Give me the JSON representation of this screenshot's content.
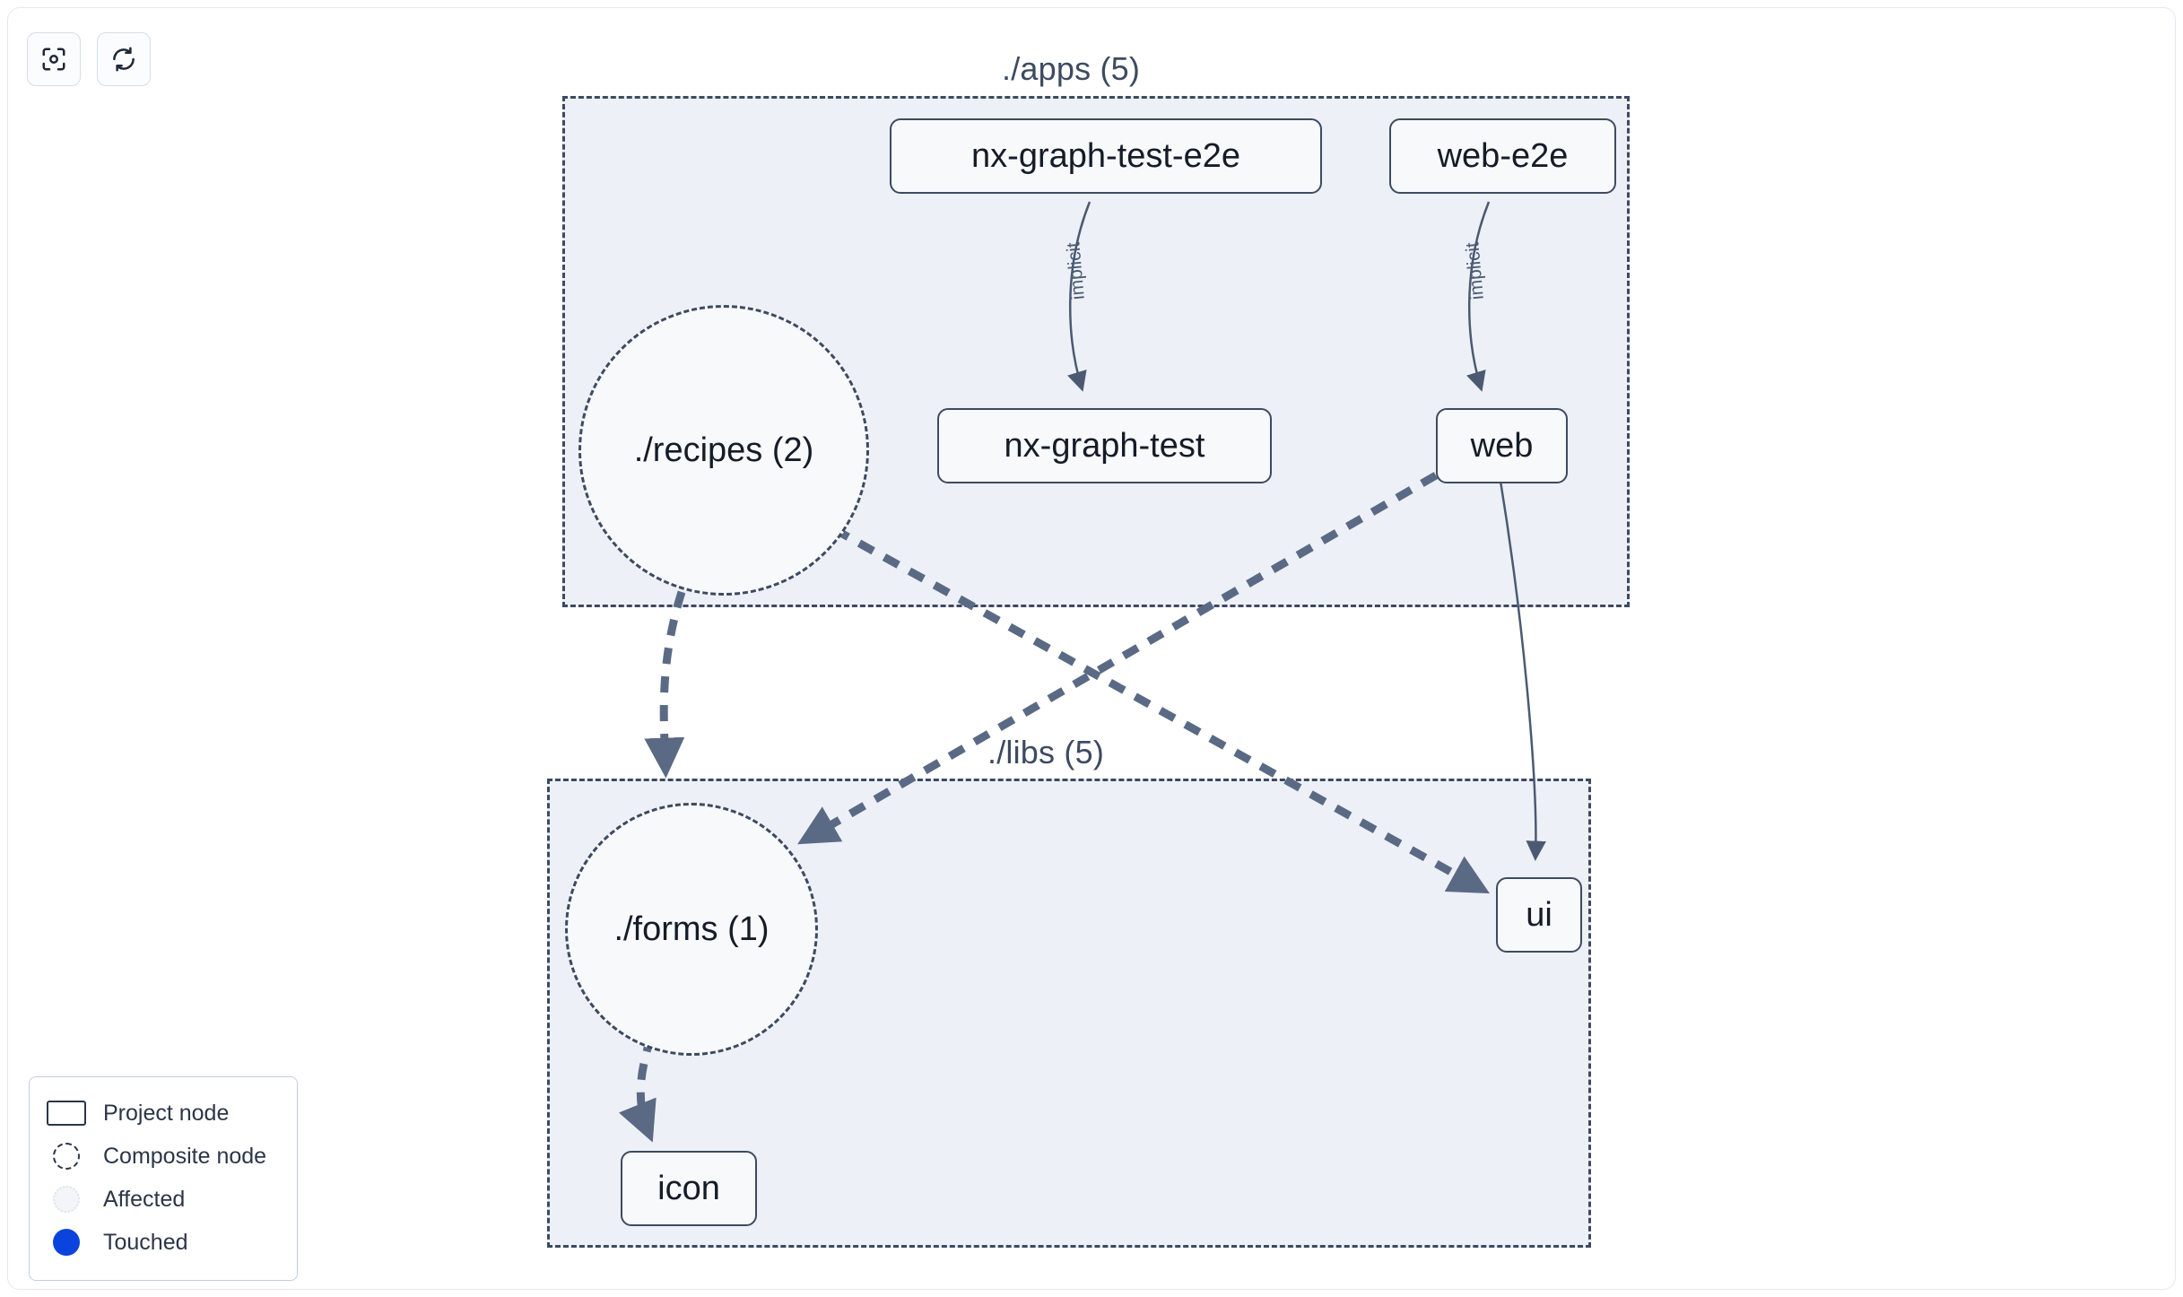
{
  "toolbar": {
    "buttons": [
      {
        "name": "focus-graph-button",
        "icon": "focus-icon",
        "label": ""
      },
      {
        "name": "refresh-graph-button",
        "icon": "refresh-icon",
        "label": ""
      }
    ]
  },
  "graph": {
    "groups": [
      {
        "id": "apps",
        "label": "./apps (5)"
      },
      {
        "id": "libs",
        "label": "./libs (5)"
      }
    ],
    "nodes": [
      {
        "id": "nx-graph-test-e2e",
        "label": "nx-graph-test-e2e",
        "type": "project"
      },
      {
        "id": "web-e2e",
        "label": "web-e2e",
        "type": "project"
      },
      {
        "id": "nx-graph-test",
        "label": "nx-graph-test",
        "type": "project"
      },
      {
        "id": "web",
        "label": "web",
        "type": "project"
      },
      {
        "id": "recipes",
        "label": "./recipes (2)",
        "type": "composite"
      },
      {
        "id": "forms",
        "label": "./forms (1)",
        "type": "composite"
      },
      {
        "id": "ui",
        "label": "ui",
        "type": "project"
      },
      {
        "id": "icon",
        "label": "icon",
        "type": "project"
      }
    ],
    "edges": [
      {
        "from": "nx-graph-test-e2e",
        "to": "nx-graph-test",
        "label": "implicit",
        "style": "solid"
      },
      {
        "from": "web-e2e",
        "to": "web",
        "label": "implicit",
        "style": "solid"
      },
      {
        "from": "web",
        "to": "forms",
        "label": "",
        "style": "dashed"
      },
      {
        "from": "recipes",
        "to": "ui",
        "label": "",
        "style": "dashed"
      },
      {
        "from": "recipes",
        "to": "forms",
        "label": "",
        "style": "dashed"
      },
      {
        "from": "web",
        "to": "ui",
        "label": "",
        "style": "solid"
      },
      {
        "from": "forms",
        "to": "icon",
        "label": "",
        "style": "dashed"
      }
    ]
  },
  "legend": {
    "items": [
      {
        "swatch": "project-node-swatch",
        "label": "Project node"
      },
      {
        "swatch": "composite-node-swatch",
        "label": "Composite node"
      },
      {
        "swatch": "affected-swatch",
        "label": "Affected"
      },
      {
        "swatch": "touched-swatch",
        "label": "Touched"
      }
    ]
  },
  "colors": {
    "node_border": "#3d4a61",
    "group_fill": "#edf1f7",
    "edge": "#5a6float",
    "touched": "#0b43dd"
  }
}
